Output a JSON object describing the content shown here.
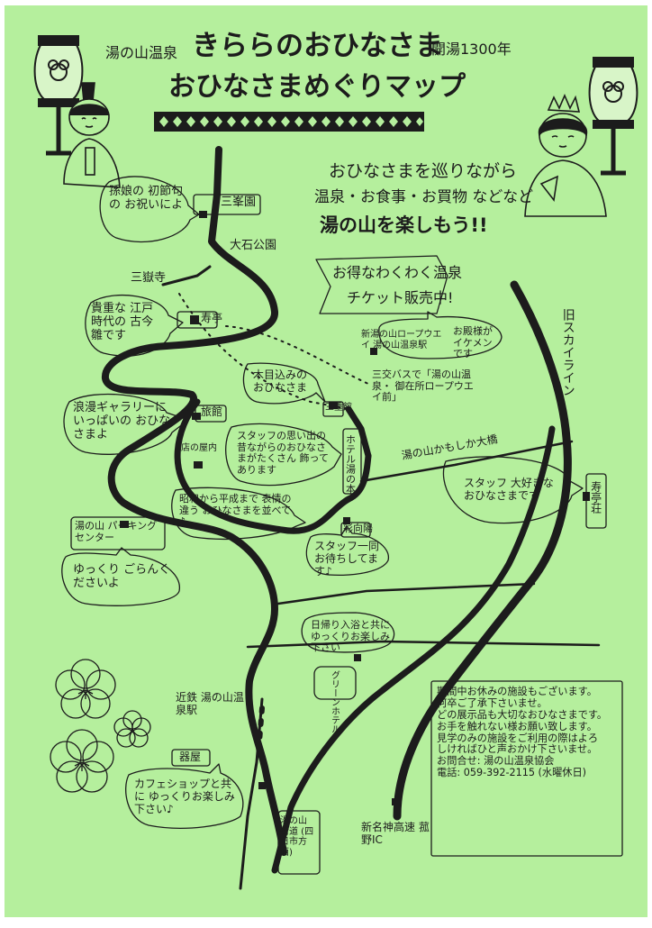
{
  "colors": {
    "paper": "#b5ef9d",
    "ink": "#1c1c1c"
  },
  "header": {
    "onsen_name": "湯の山温泉",
    "title_main": "きららのおひなさま",
    "anniversary": "開湯1300年",
    "title_sub": "おひなさまめぐりマップ"
  },
  "intro": {
    "line1": "おひなさまを巡りながら",
    "line2": "温泉・お食事・お買物 などなど",
    "line3": "湯の山を楽しもう!!"
  },
  "ticket": {
    "line1": "お得なわくわく温泉",
    "line2": "チケット販売中!"
  },
  "roads": {
    "old_skyline": "旧スカイライン",
    "kamoshika_bridge": "湯の山かもしか大橋"
  },
  "places": {
    "sansuien": "三峯園",
    "oishi_park": "大石公園",
    "sansoji": "三嶽寺",
    "terrace": "寿亭",
    "kaikan": "旅館",
    "shop_inside": "店の屋内",
    "ropeway": "新湯の山ロープウエイ 湯の山温泉駅",
    "maruyama": "三重館",
    "hotel_yunomoto": "ホテル湯の本",
    "hikoju": "彩向陽",
    "kotobuki_so": "寿亭荘",
    "parking": "湯の山 パーキングセンター",
    "green_hotel": "グリーンホテル",
    "kintetsu_station": "近鉄 湯の山温泉駅",
    "kitchen": "器屋",
    "mie_road": "湯の山 街道 (四日市方面)",
    "expressway": "新名神高速 菰野IC"
  },
  "bubbles": {
    "girls_festival": "孫娘の 初節句の お祝いによ",
    "edo_dolls": "貴重な 江戸時代の 古今雛です",
    "ropeway_staff": "お殿様が イケメンです",
    "ropeway_access": "三交バスで「湯の山温泉・ 御在所ロープウエイ前」",
    "packed_dolls": "木目込みの おひなさま",
    "gallery": "浪漫ギャラリーに いっぱいの おひなさまよ",
    "staff_memories": "スタッフの思い出の 昔ながらのおひなさまがたくさん 飾ってあります",
    "showa_dolls": "昭和から平成まで 表情の違う おひなさまを並べて♪",
    "cherish": "スタッフ 大好きな おひなさまです",
    "enjoy_slowly": "ゆっくり ごらんくださいよ",
    "staff_waiting": "スタッフ一同 お待ちしてます♪",
    "day_bath": "日帰り入浴と共に ゆっくりお楽しみ下さい",
    "cafe": "カフェショップと共に ゆっくりお楽しみ 下さい♪"
  },
  "notice": {
    "line1": "期間中お休みの施設もございます。",
    "line2": "何卒ご了承下さいませ。",
    "line3": "どの展示品も大切なおひなさまです。",
    "line4": "お手を触れない様お願い致します。",
    "line5": "見学のみの施設をご利用の際はよろ",
    "line6": "しければひと声おかけ下さいませ。",
    "contact_label": "お問合せ:",
    "contact_name": "湯の山温泉協会",
    "phone_label": "電話:",
    "phone": "059-392-2115",
    "phone_note": "(水曜休日)"
  },
  "icons": [
    "lantern-icon",
    "hina-emperor-icon",
    "hina-empress-icon",
    "lantern-icon",
    "plum-blossom-icon"
  ]
}
